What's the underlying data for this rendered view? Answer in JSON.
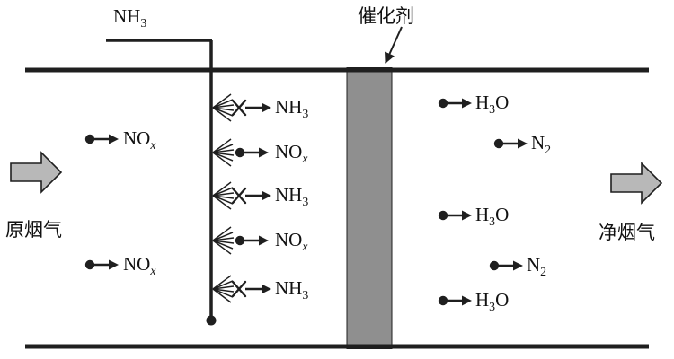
{
  "labels": {
    "ammonia_feed": {
      "pre": "NH",
      "sub": "3",
      "post": ""
    },
    "catalyst": "催化剂",
    "raw_flue_gas": "原烟气",
    "clean_flue_gas": "净烟气"
  },
  "molecules": {
    "left": [
      {
        "pre": "NO",
        "sub": "x",
        "post": ""
      },
      {
        "pre": "NO",
        "sub": "x",
        "post": ""
      }
    ],
    "injection_zone": [
      {
        "pre": "NH",
        "sub": "3",
        "post": ""
      },
      {
        "pre": "NO",
        "sub": "x",
        "post": ""
      },
      {
        "pre": "NH",
        "sub": "3",
        "post": ""
      },
      {
        "pre": "NO",
        "sub": "x",
        "post": ""
      },
      {
        "pre": "NH",
        "sub": "3",
        "post": ""
      }
    ],
    "right": [
      {
        "pre": "H",
        "sub": "3",
        "post": "O"
      },
      {
        "pre": "N",
        "sub": "2",
        "post": ""
      },
      {
        "pre": "H",
        "sub": "3",
        "post": "O"
      },
      {
        "pre": "N",
        "sub": "2",
        "post": ""
      },
      {
        "pre": "H",
        "sub": "3",
        "post": "O"
      }
    ]
  },
  "colors": {
    "line": "#1f1f1f",
    "flow-arrow-fill": "#b8b8b8",
    "catalyst-fill": "#8f8f8f"
  }
}
